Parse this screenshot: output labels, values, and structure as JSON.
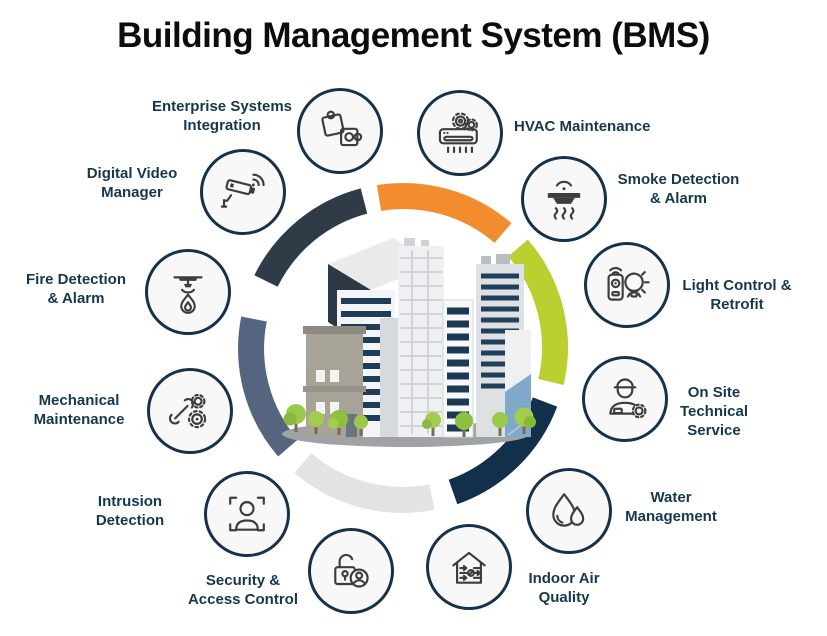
{
  "title": "Building Management System (BMS)",
  "colors": {
    "title_text": "#0D0D0D",
    "label_text": "#17374F",
    "circle_border": "#16324A",
    "circle_fill": "#F8F8F8",
    "icon_stroke": "#3D3D3D"
  },
  "ring": {
    "segments": [
      {
        "name": "top-left-charcoal",
        "color": "#2F3B47"
      },
      {
        "name": "top-orange",
        "color": "#F28C2E"
      },
      {
        "name": "right-green",
        "color": "#BCCF30"
      },
      {
        "name": "bottom-right-navy",
        "color": "#12304A"
      },
      {
        "name": "bottom-left-gray",
        "color": "#E3E3E3"
      },
      {
        "name": "left-slate",
        "color": "#55647F"
      }
    ]
  },
  "center": {
    "illustration": "city-buildings-with-trees"
  },
  "nodes": [
    {
      "id": "enterprise-systems-integration",
      "icon": "puzzle-icon",
      "lines": [
        "Enterprise Systems",
        "Integration"
      ]
    },
    {
      "id": "hvac-maintenance",
      "icon": "ac-unit-gears-icon",
      "lines": [
        "HVAC Maintenance"
      ]
    },
    {
      "id": "smoke-detection-alarm",
      "icon": "smoke-detector-icon",
      "lines": [
        "Smoke Detection",
        "& Alarm"
      ]
    },
    {
      "id": "light-control-retrofit",
      "icon": "smart-bulb-remote-icon",
      "lines": [
        "Light Control &",
        "Retrofit"
      ]
    },
    {
      "id": "on-site-technical-service",
      "icon": "technician-icon",
      "lines": [
        "On Site",
        "Technical",
        "Service"
      ]
    },
    {
      "id": "water-management",
      "icon": "water-drops-icon",
      "lines": [
        "Water",
        "Management"
      ]
    },
    {
      "id": "indoor-air-quality",
      "icon": "house-airflow-icon",
      "lines": [
        "Indoor Air",
        "Quality"
      ]
    },
    {
      "id": "security-access-control",
      "icon": "padlock-user-icon",
      "lines": [
        "Security &",
        "Access Control"
      ]
    },
    {
      "id": "intrusion-detection",
      "icon": "face-scan-icon",
      "lines": [
        "Intrusion",
        "Detection"
      ]
    },
    {
      "id": "mechanical-maintenance",
      "icon": "wrench-gears-icon",
      "lines": [
        "Mechanical",
        "Maintenance"
      ]
    },
    {
      "id": "fire-detection-alarm",
      "icon": "sprinkler-flame-icon",
      "lines": [
        "Fire Detection",
        "& Alarm"
      ]
    },
    {
      "id": "digital-video-manager",
      "icon": "cctv-camera-icon",
      "lines": [
        "Digital Video",
        "Manager"
      ]
    }
  ]
}
